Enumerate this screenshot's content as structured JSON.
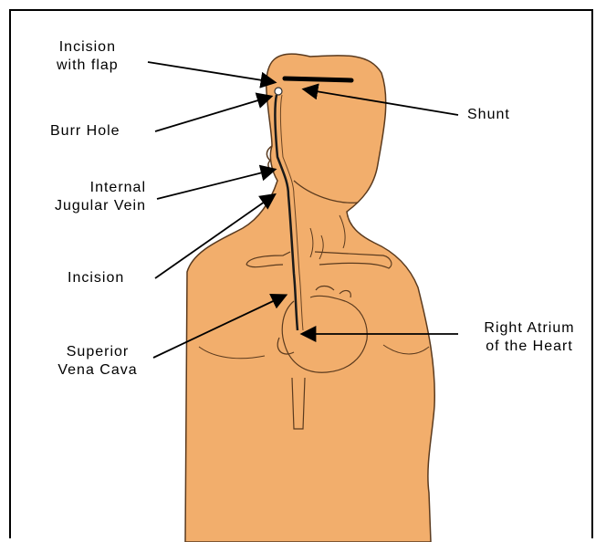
{
  "colors": {
    "skin": "#F2AE6C",
    "outline": "#5A3A1E",
    "line": "#000000",
    "frame": "#000000",
    "background": "#FFFFFF"
  },
  "labels": {
    "incision_flap": [
      "Incision",
      "with flap"
    ],
    "burr_hole": "Burr Hole",
    "internal_jugular": [
      "Internal",
      "Jugular Vein"
    ],
    "incision": "Incision",
    "superior_vena_cava": [
      "Superior",
      "Vena Cava"
    ],
    "shunt": "Shunt",
    "right_atrium": [
      "Right Atrium",
      "of the Heart"
    ]
  }
}
